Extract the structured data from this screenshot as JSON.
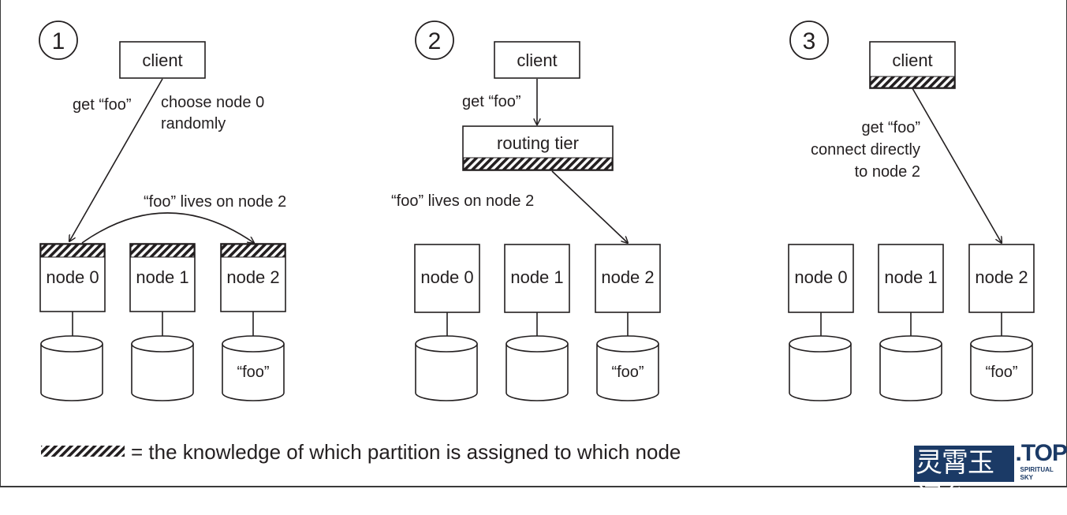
{
  "panels": [
    {
      "number": "1",
      "client_label": "client",
      "nodes": [
        "node 0",
        "node 1",
        "node 2"
      ],
      "disk_labels": [
        "",
        "",
        "“foo”"
      ],
      "annotations": {
        "request": "get “foo”",
        "choose_line1": "choose node 0",
        "choose_line2": "randomly",
        "forward": "“foo” lives on node 2"
      }
    },
    {
      "number": "2",
      "client_label": "client",
      "routing_label": "routing tier",
      "nodes": [
        "node 0",
        "node 1",
        "node 2"
      ],
      "disk_labels": [
        "",
        "",
        "“foo”"
      ],
      "annotations": {
        "request": "get “foo”",
        "forward": "“foo” lives on node 2"
      }
    },
    {
      "number": "3",
      "client_label": "client",
      "nodes": [
        "node 0",
        "node 1",
        "node 2"
      ],
      "disk_labels": [
        "",
        "",
        "“foo”"
      ],
      "annotations": {
        "line1": "get “foo”",
        "line2": "connect directly",
        "line3": "to node 2"
      }
    }
  ],
  "legend": {
    "text": "= the knowledge of which partition is assigned to which node"
  },
  "watermark": {
    "cn": "灵霄玉阙台",
    "top": ".TOP",
    "sub": "SPIRITUAL SKY"
  },
  "colors": {
    "ink": "#231f20",
    "watermark": "#1b3a66"
  }
}
